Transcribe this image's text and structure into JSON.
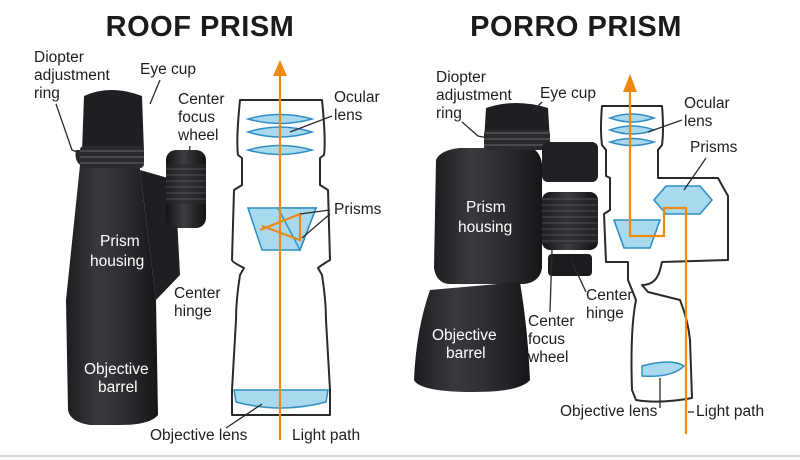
{
  "roof": {
    "title": "ROOF PRISM",
    "labels": {
      "diopter_line1": "Diopter",
      "diopter_line2": "adjustment",
      "diopter_line3": "ring",
      "eye_cup": "Eye cup",
      "center_focus_line1": "Center",
      "center_focus_line2": "focus",
      "center_focus_line3": "wheel",
      "ocular_line1": "Ocular",
      "ocular_line2": "lens",
      "prisms": "Prisms",
      "prism_housing_line1": "Prism",
      "prism_housing_line2": "housing",
      "center_hinge_line1": "Center",
      "center_hinge_line2": "hinge",
      "objective_barrel_line1": "Objective",
      "objective_barrel_line2": "barrel",
      "objective_lens": "Objective lens",
      "light_path": "Light path"
    }
  },
  "porro": {
    "title": "PORRO PRISM",
    "labels": {
      "diopter_line1": "Diopter",
      "diopter_line2": "adjustment",
      "diopter_line3": "ring",
      "eye_cup": "Eye cup",
      "ocular_line1": "Ocular",
      "ocular_line2": "lens",
      "prisms": "Prisms",
      "prism_housing_line1": "Prism",
      "prism_housing_line2": "housing",
      "center_hinge_line1": "Center",
      "center_hinge_line2": "hinge",
      "center_focus_line1": "Center",
      "center_focus_line2": "focus",
      "center_focus_line3": "wheel",
      "objective_barrel_line1": "Objective",
      "objective_barrel_line2": "barrel",
      "objective_lens": "Objective lens",
      "light_path": "Light path"
    }
  },
  "colors": {
    "light_path": "#ee8a12",
    "lens_fill": "#a9d9ee",
    "lens_stroke": "#2f8fc2",
    "binocular_body": "#2b2a2e"
  }
}
